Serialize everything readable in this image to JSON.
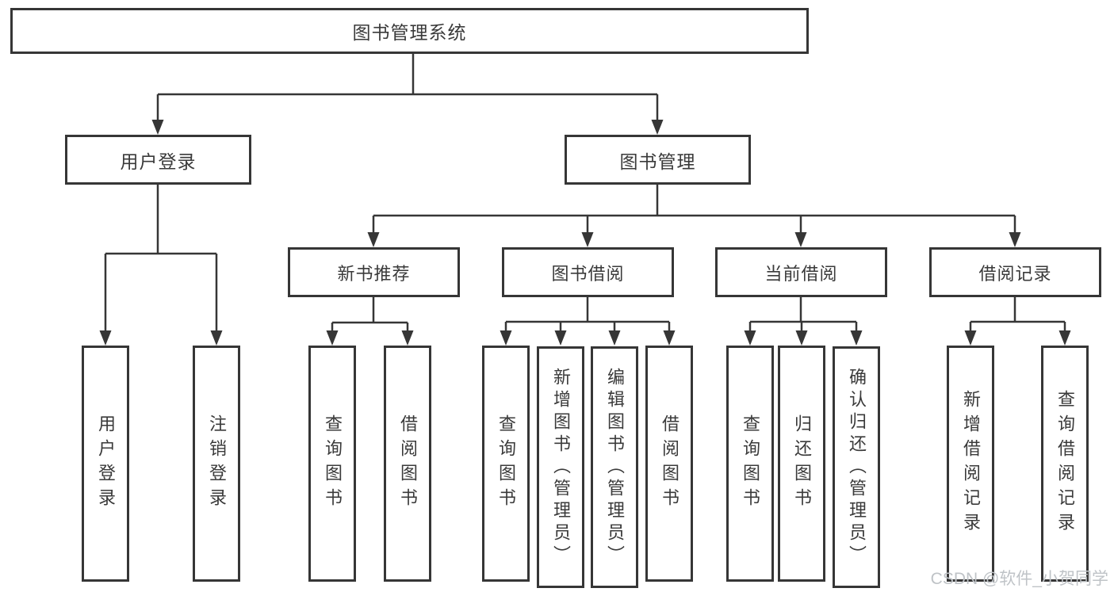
{
  "diagram": {
    "root": "图书管理系统",
    "level2": [
      "用户登录",
      "图书管理"
    ],
    "level3": [
      "新书推荐",
      "图书借阅",
      "当前借阅",
      "借阅记录"
    ],
    "leaves": {
      "user_login": [
        "用户登录",
        "注销登录"
      ],
      "new_book_recommend": [
        "查询图书",
        "借阅图书"
      ],
      "book_borrow": [
        "查询图书",
        "新增图书（管理员）",
        "编辑图书（管理员）",
        "借阅图书"
      ],
      "current_borrow": [
        "查询图书",
        "归还图书",
        "确认归还（管理员）"
      ],
      "borrow_record": [
        "新增借阅记录",
        "查询借阅记录"
      ]
    }
  },
  "watermark": "CSDN @软件_小贺同学",
  "colors": {
    "line": "#363636",
    "text": "#3a3a3a",
    "background": "#ffffff",
    "watermark": "#bfc3c7"
  }
}
